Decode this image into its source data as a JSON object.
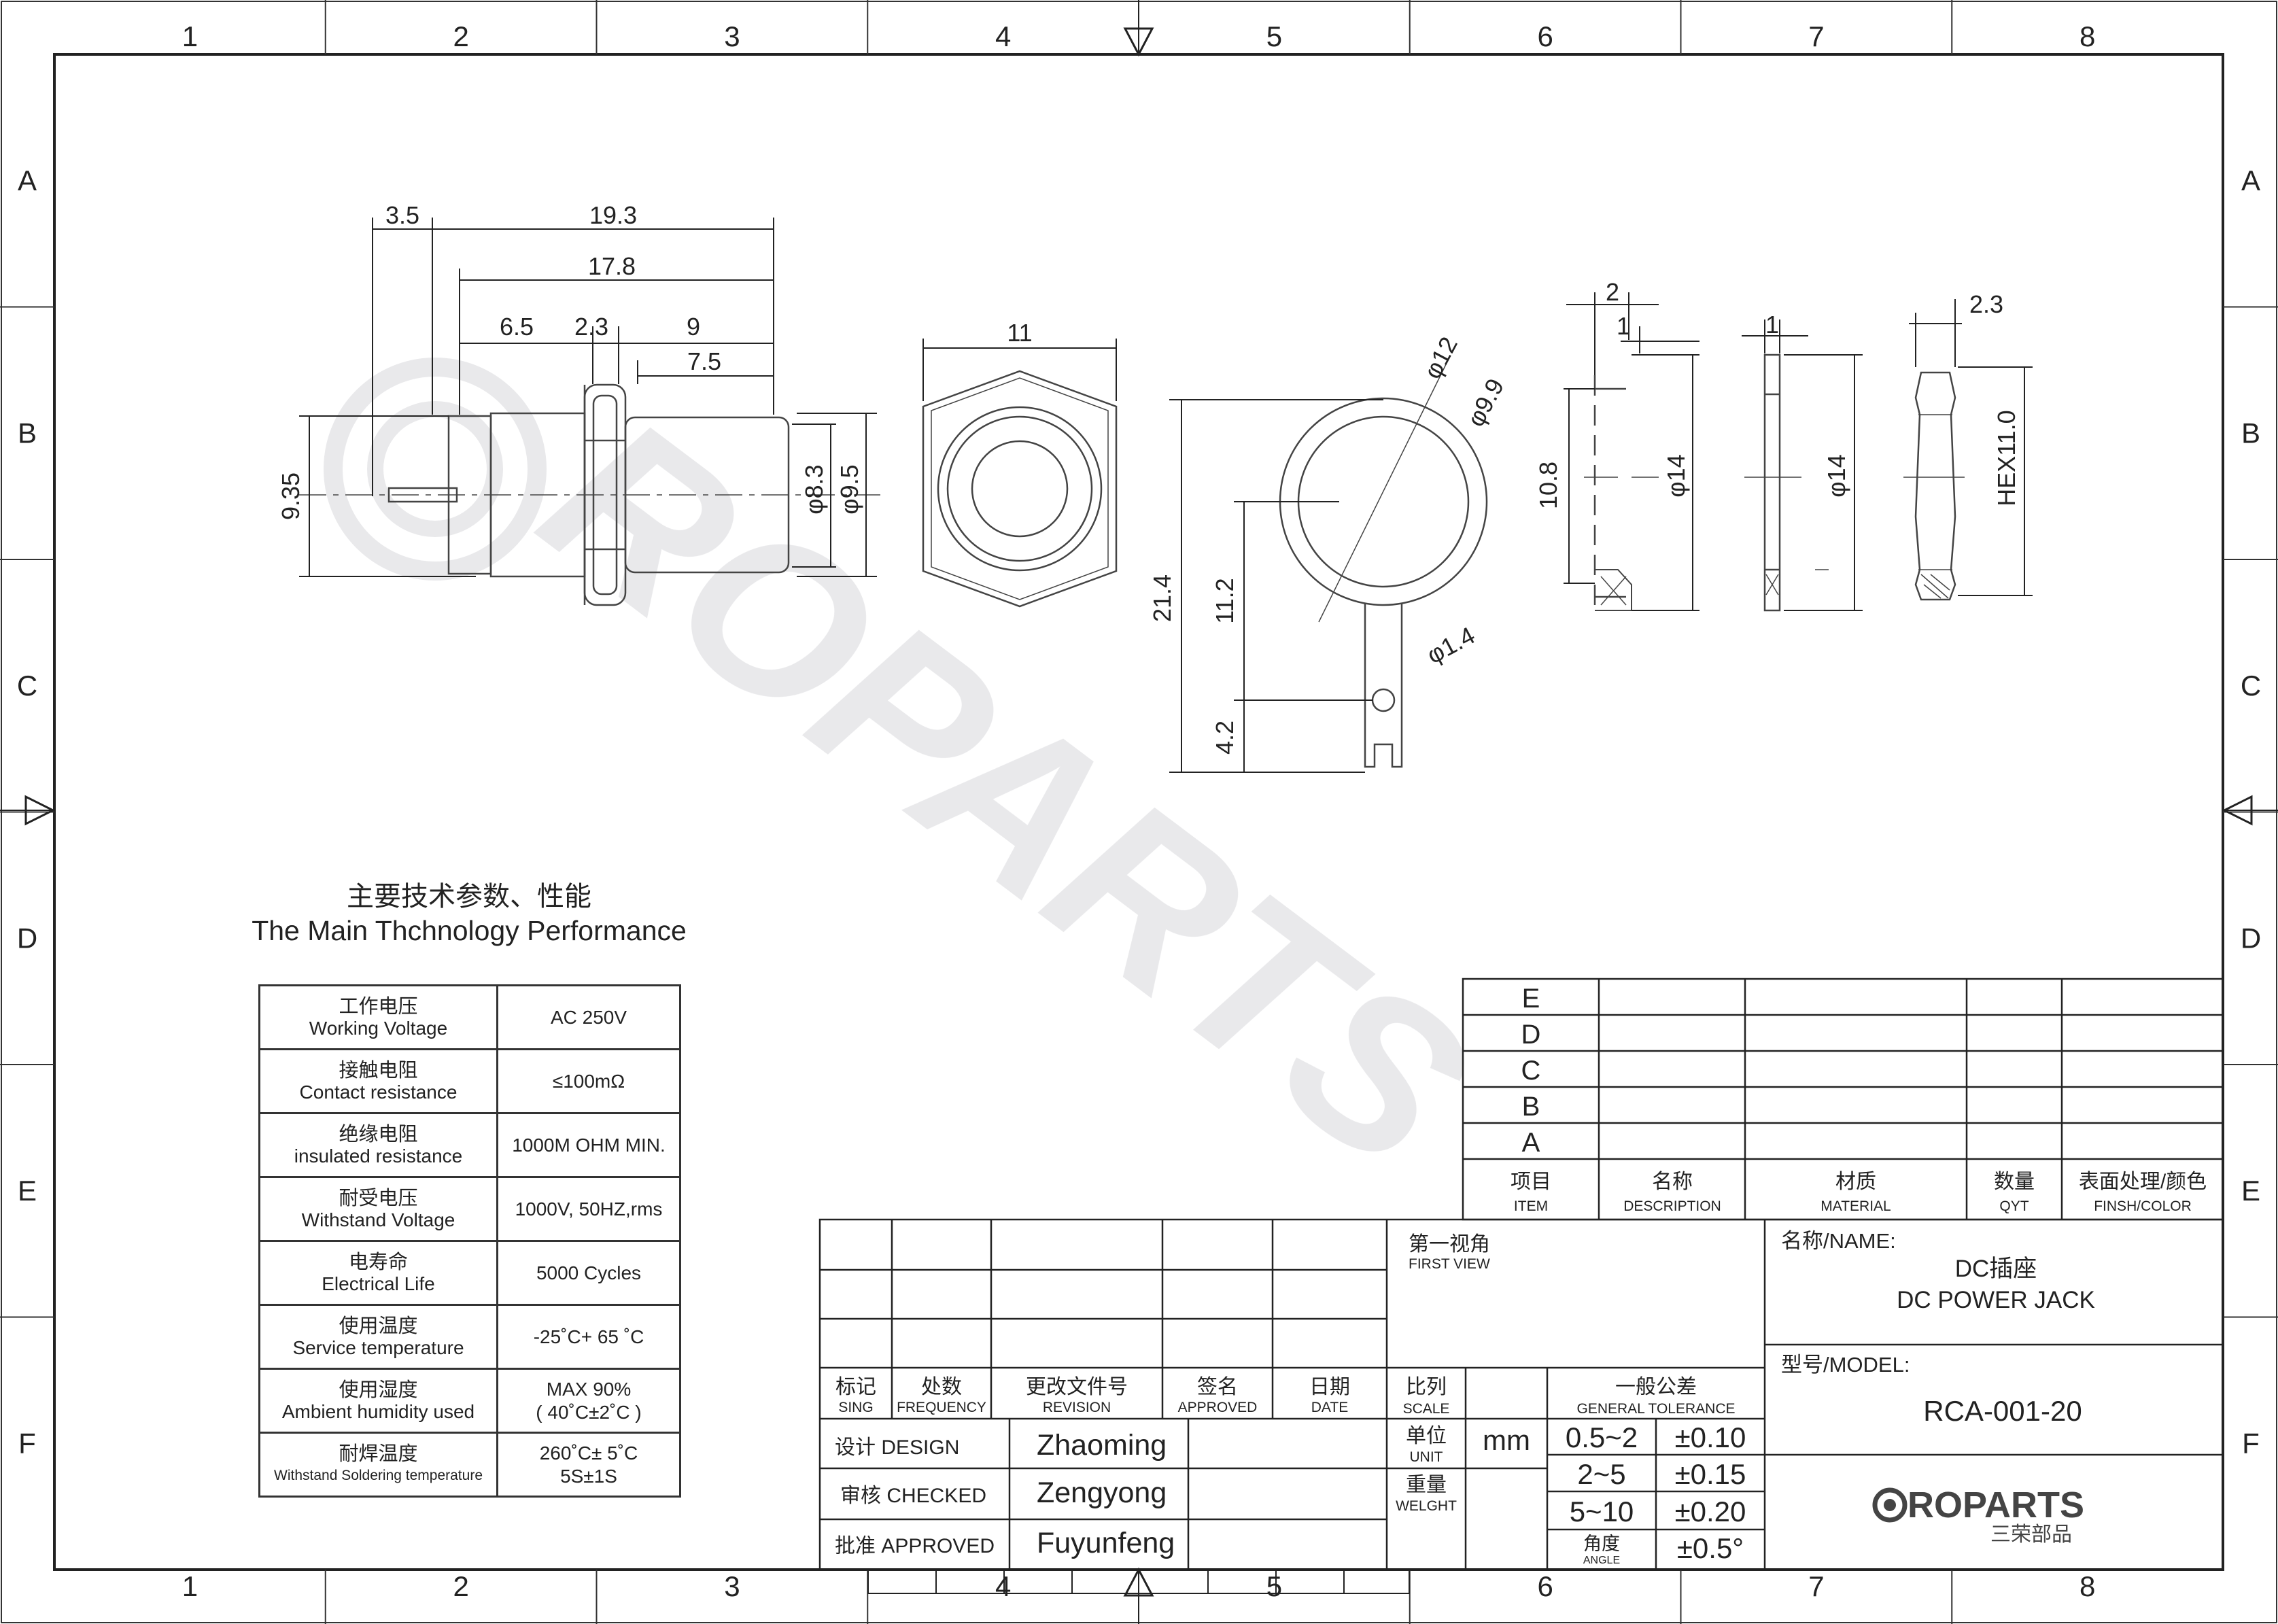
{
  "frame": {
    "columns": [
      "1",
      "2",
      "3",
      "4",
      "5",
      "6",
      "7",
      "8"
    ],
    "rows": [
      "A",
      "B",
      "C",
      "D",
      "E",
      "F"
    ]
  },
  "dimensions": {
    "side_view": [
      "3.5",
      "19.3",
      "17.8",
      "6.5",
      "2.3",
      "9",
      "7.5",
      "9.35",
      "φ8.3",
      "φ9.5"
    ],
    "front_view": [
      "11"
    ],
    "lug": [
      "φ12",
      "φ9.9",
      "21.4",
      "11.2",
      "4.2",
      "φ1.4"
    ],
    "washer": [
      "2",
      "1",
      "10.8",
      "φ14"
    ],
    "flat_washer": [
      "1",
      "φ14"
    ],
    "nut": [
      "2.3",
      "HEX11.0"
    ]
  },
  "performance": {
    "title_cn": "主要技术参数、性能",
    "title_en": "The Main Thchnology Performance",
    "rows": [
      {
        "cn": "工作电压",
        "en": "Working Voltage",
        "value": "AC 250V"
      },
      {
        "cn": "接触电阻",
        "en": "Contact resistance",
        "value": "≤100mΩ"
      },
      {
        "cn": "绝缘电阻",
        "en": "insulated resistance",
        "value": "1000M OHM MIN."
      },
      {
        "cn": "耐受电压",
        "en": "Withstand Voltage",
        "value": "1000V, 50HZ,rms"
      },
      {
        "cn": "电寿命",
        "en": "Electrical Life",
        "value": "5000 Cycles"
      },
      {
        "cn": "使用温度",
        "en": "Service temperature",
        "value": "-25˚C+ 65 ˚C"
      },
      {
        "cn": "使用湿度",
        "en": "Ambient humidity used",
        "value": "MAX 90%",
        "value2": "( 40˚C±2˚C )"
      },
      {
        "cn": "耐焊温度",
        "en": "Withstand Soldering temperature",
        "value": "260˚C± 5˚C",
        "value2": "5S±1S"
      }
    ]
  },
  "bom": {
    "rows": [
      "E",
      "D",
      "C",
      "B",
      "A"
    ],
    "headers": [
      {
        "cn": "项目",
        "en": "ITEM"
      },
      {
        "cn": "名称",
        "en": "DESCRIPTION"
      },
      {
        "cn": "材质",
        "en": "MATERIAL"
      },
      {
        "cn": "数量",
        "en": "QYT"
      },
      {
        "cn": "表面处理/颜色",
        "en": "FINSH/COLOR"
      }
    ]
  },
  "title_block": {
    "revision_headers": [
      {
        "cn": "标记",
        "en": "SING"
      },
      {
        "cn": "处数",
        "en": "FREQUENCY"
      },
      {
        "cn": "更改文件号",
        "en": "REVISION"
      },
      {
        "cn": "签名",
        "en": "APPROVED"
      },
      {
        "cn": "日期",
        "en": "DATE"
      }
    ],
    "signoff": [
      {
        "label": "设计 DESIGN",
        "name": "Zhaoming"
      },
      {
        "label": "审核 CHECKED",
        "name": "Zengyong"
      },
      {
        "label": "批准 APPROVED",
        "name": "Fuyunfeng"
      }
    ],
    "first_view_cn": "第一视角",
    "first_view_en": "FIRST VIEW",
    "scale_cn": "比列",
    "scale_en": "SCALE",
    "unit_cn": "单位",
    "unit_en": "UNIT",
    "unit_value": "mm",
    "weight_cn": "重量",
    "weight_en": "WELGHT",
    "tolerance_cn": "一般公差",
    "tolerance_en": "GENERAL TOLERANCE",
    "tolerances": [
      {
        "range": "0.5~2",
        "value": "±0.10"
      },
      {
        "range": "2~5",
        "value": "±0.15"
      },
      {
        "range": "5~10",
        "value": "±0.20"
      }
    ],
    "angle_cn": "角度",
    "angle_en": "ANGLE",
    "angle_value": "±0.5°",
    "name_label": "名称/NAME:",
    "name_cn": "DC插座",
    "name_en": "DC POWER JACK",
    "model_label": "型号/MODEL:",
    "model": "RCA-001-20",
    "logo_text": "ROPARTS",
    "logo_sub": "三荣部品"
  },
  "watermark": "ROPARTS"
}
